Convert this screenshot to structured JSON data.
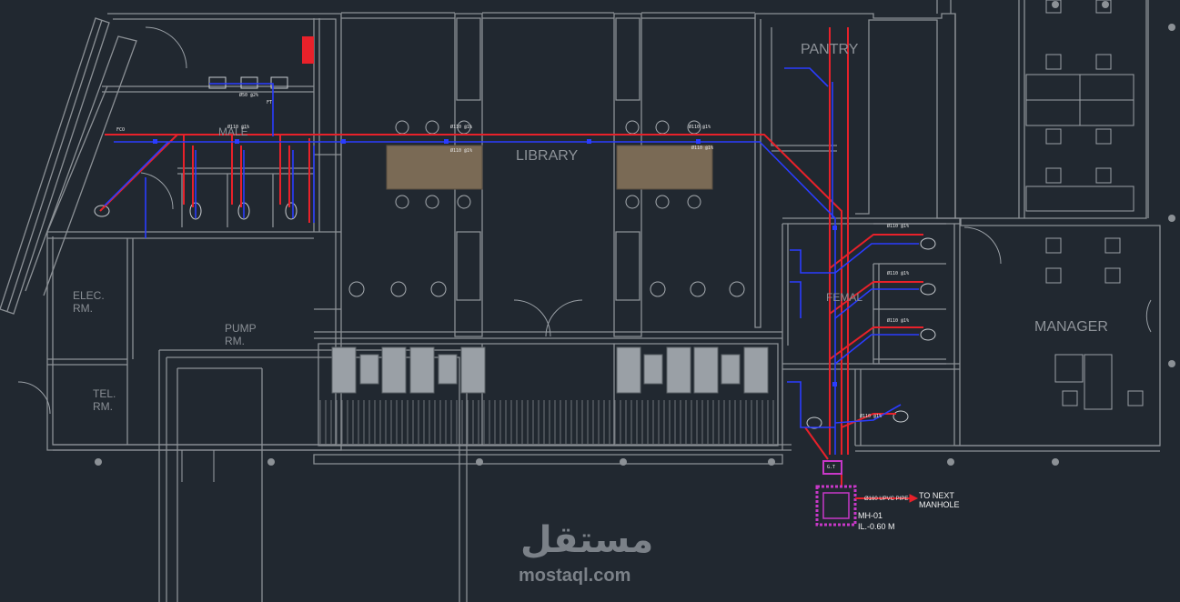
{
  "rooms": {
    "library": "LIBRARY",
    "pantry": "PANTRY",
    "elec": "ELEC.\nRM.",
    "pump": "PUMP\nRM.",
    "tel": "TEL.\nRM.",
    "manager": "MANAGER",
    "male": "MALE",
    "female": "FEMAL"
  },
  "annotations": {
    "pipe_note": "Ø160 UPVC PIPE",
    "to_next_manhole": "TO NEXT\nMANHOLE",
    "manhole_id": "MH-01",
    "manhole_level": "IL.-0.60 M",
    "gt": "G.T",
    "pipe_small": "Ø110 @1%",
    "pipe_tiny": "Ø50 @2%",
    "fco": "FCO",
    "ft": "FT"
  },
  "watermark": {
    "arabic": "مستقل",
    "latin": "mostaql.com"
  },
  "colors": {
    "background": "#212830",
    "walls": "#8c9196",
    "drainage_red": "#e8212a",
    "vent_blue": "#2a3cff",
    "manhole_magenta": "#c838c8"
  }
}
